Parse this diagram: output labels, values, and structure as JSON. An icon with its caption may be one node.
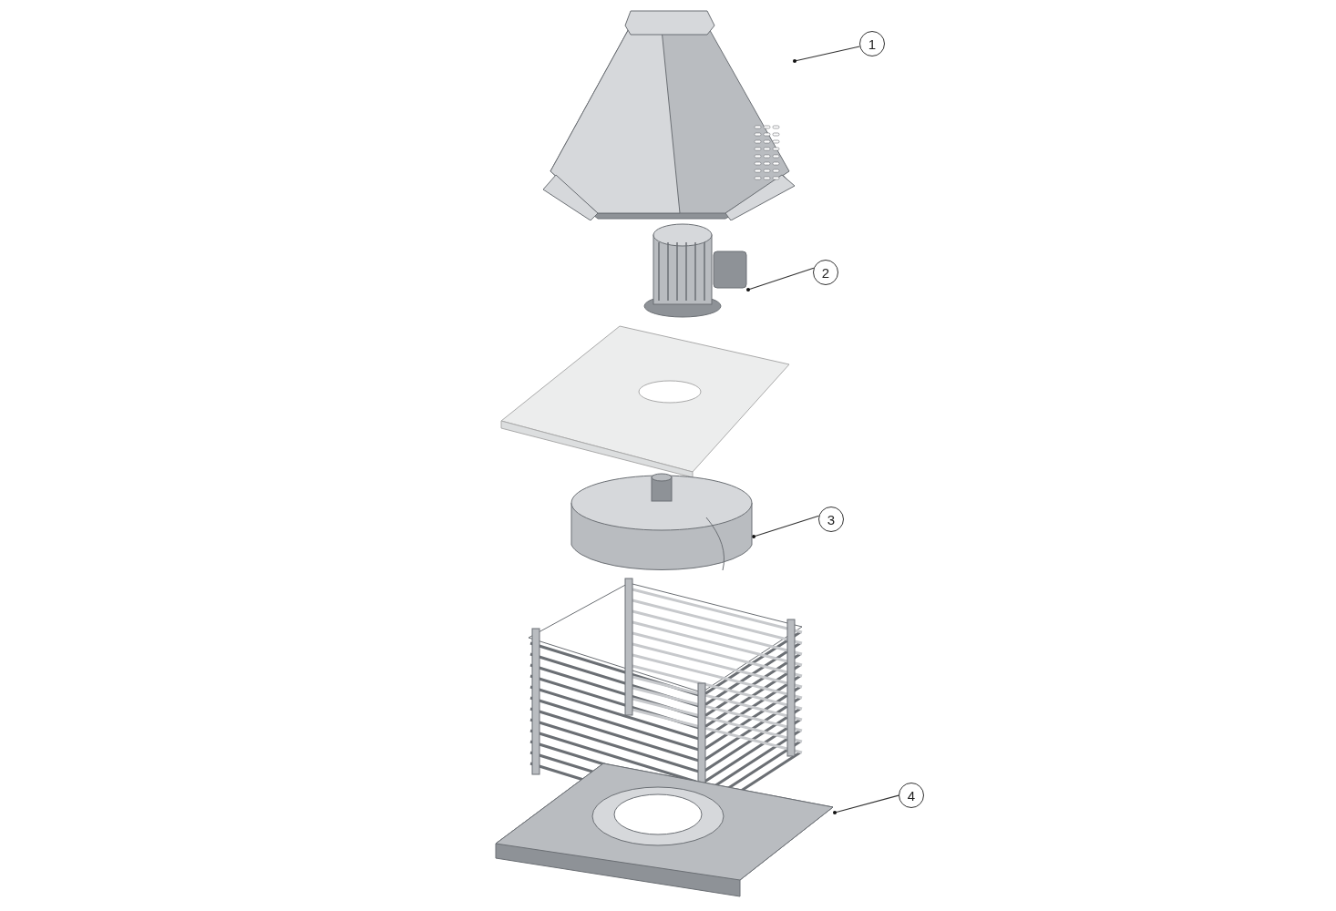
{
  "diagram": {
    "nodes": [
      {
        "text": [
          "1"
        ]
      },
      {
        "text": [],
        "shape": "picture"
      },
      {
        "text": [
          "2"
        ]
      },
      {
        "text": [],
        "shape": "picture"
      },
      {
        "text": [
          "3"
        ]
      },
      {
        "text": [],
        "shape": "picture"
      },
      {
        "text": [
          "4"
        ]
      },
      {
        "text": [],
        "shape": "picture"
      }
    ],
    "edges": [
      {
        "from": 0,
        "to": 1,
        "arrow": "other"
      },
      {
        "from": 2,
        "to": 3,
        "arrow": "other"
      },
      {
        "from": 4,
        "to": 5,
        "arrow": "other"
      },
      {
        "from": 6,
        "to": 7,
        "arrow": "other"
      }
    ]
  }
}
